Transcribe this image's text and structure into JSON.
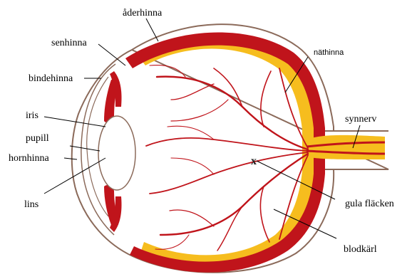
{
  "diagram": {
    "labels": {
      "aderhinna": "åderhinna",
      "senhinna": "senhinna",
      "nathinna": "näthinna",
      "bindehinna": "bindehinna",
      "iris": "iris",
      "pupill": "pupill",
      "hornhinna": "hornhinna",
      "synnerv": "synnerv",
      "lins": "lins",
      "gula_flacken": "gula fläcken",
      "blodkarl": "blodkärl"
    },
    "marker": "x",
    "colors": {
      "outline": "#8b6a5a",
      "choroid": "#c0141b",
      "retina": "#f6bd1e",
      "vessel": "#c0141b",
      "background": "#ffffff"
    }
  }
}
